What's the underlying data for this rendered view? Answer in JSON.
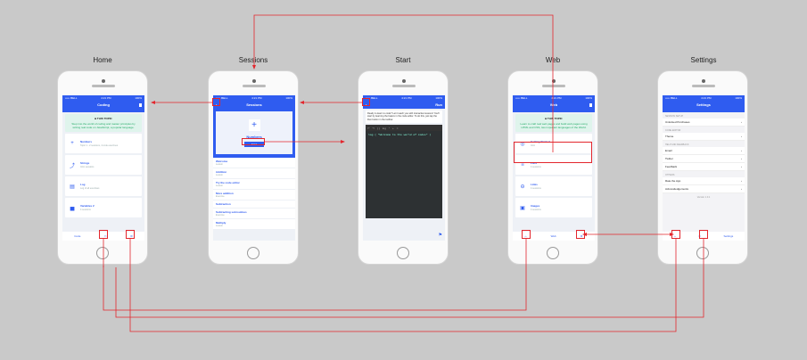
{
  "colors": {
    "background": "#c9c9c9",
    "accent": "#2f5cf0",
    "arrow": "#e3262d"
  },
  "titles": {
    "home": "Home",
    "sessions": "Sessions",
    "start": "Start",
    "web": "Web",
    "settings": "Settings"
  },
  "status": {
    "carrier": "••••• BELL ",
    "time": "4:21 PM",
    "battery": "100%"
  },
  "home": {
    "bar_title": "Coding",
    "intro_heading": "■ THIS TOPIC",
    "intro_text": "Step into the world of coding and master principles by writing real code on JavaScript, a popular language.",
    "intro_link": "Close",
    "cards": [
      {
        "icon": "plus-icon",
        "glyph": "+",
        "title": "Numbers",
        "sub": "Topic 1 - 2 sessions, 4 code exercises"
      },
      {
        "icon": "cursor-icon",
        "glyph": "⤴",
        "title": "Strings",
        "sub": "Intro sessions"
      },
      {
        "icon": "clipboard-icon",
        "glyph": "▤",
        "title": "Log",
        "sub": "Log of all exercises"
      },
      {
        "icon": "tray-icon",
        "glyph": "▅",
        "title": "Variables 2",
        "sub": "4 sessions"
      }
    ],
    "tab_label": "Code"
  },
  "sessions": {
    "bar_title": "Sessions",
    "hero_title": "Numbers",
    "start_label": "Start",
    "items": [
      {
        "title": "Welcome",
        "sub": "Lesson"
      },
      {
        "title": "Addition",
        "sub": "Lesson"
      },
      {
        "title": "Try the code editor",
        "sub": "Lesson"
      },
      {
        "title": "More addition",
        "sub": "Exercise"
      },
      {
        "title": "Subtraction",
        "sub": ""
      },
      {
        "title": "Subtracting subroutines",
        "sub": "Exercise"
      },
      {
        "title": "Multiply",
        "sub": "Lesson"
      }
    ]
  },
  "start": {
    "bar_right": "Run",
    "instructions": "Ready to learn to code? Let it teach you with interactive lessons! You'll start by learning the basics in the code editor. To do this, just tap the Run button in the toolbar.",
    "code": "log ( \"Welcome to the world of codes\" )"
  },
  "web": {
    "bar_title": "Web",
    "intro_heading": "■ THIS TOPIC",
    "intro_text": "Learn to craft real web pages and build web pages using HTML and CSS, two important languages of the World.",
    "intro_link": "Close",
    "cards": [
      {
        "icon": "globe-icon",
        "glyph": "◎",
        "title": "Getting Started",
        "sub": "Intro"
      },
      {
        "icon": "list-icon",
        "glyph": "≡",
        "title": "Lists",
        "sub": "4 sessions"
      },
      {
        "icon": "link-icon",
        "glyph": "⊖",
        "title": "Links",
        "sub": "4 sessions"
      },
      {
        "icon": "image-icon",
        "glyph": "▣",
        "title": "Images",
        "sub": "4 sessions"
      }
    ],
    "tab_label": "Web"
  },
  "settings": {
    "bar_title": "Settings",
    "groups": [
      {
        "head": "SESSION SETUP",
        "rows": [
          "Unlocked Purchases"
        ]
      },
      {
        "head": "CODE EDITOR",
        "rows": [
          "Theme"
        ]
      },
      {
        "head": "HELP AND FEEDBACK",
        "rows": [
          "Email",
          "Twitter",
          "Feedback"
        ]
      },
      {
        "head": "OTHERS",
        "rows": [
          "Rate the App",
          "Acknowledgements"
        ]
      }
    ],
    "version": "Version 1.0.1",
    "tab_label": "Settings"
  }
}
